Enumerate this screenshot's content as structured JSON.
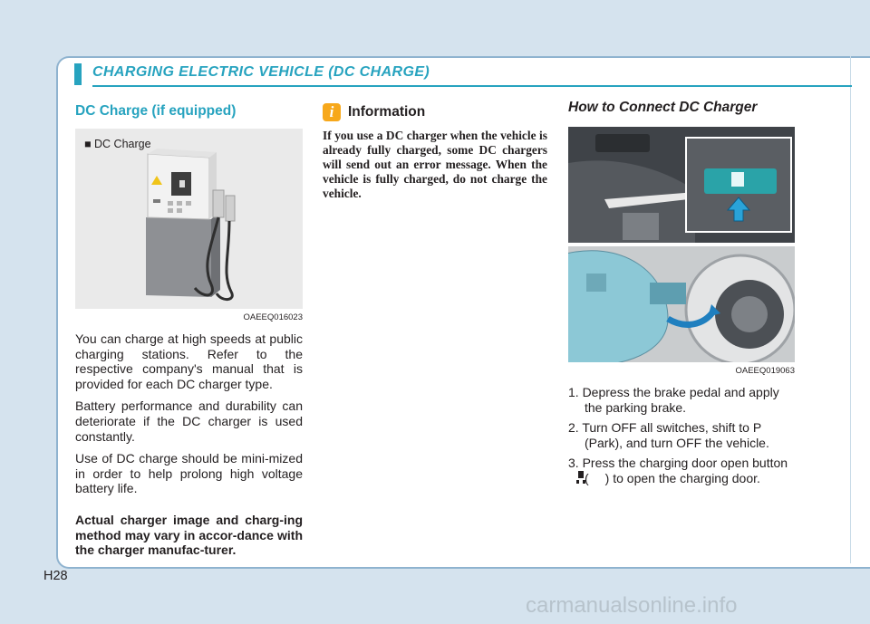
{
  "header": {
    "title": "CHARGING ELECTRIC VEHICLE (DC CHARGE)"
  },
  "left": {
    "section_title": "DC Charge (if equipped)",
    "figure": {
      "label": "■ DC Charge",
      "code": "OAEEQ016023"
    },
    "paragraphs": [
      "You can charge at high speeds at public charging stations. Refer to the respective company's manual that is provided for each DC charger type.",
      "Battery performance and durability can deteriorate if the DC charger is used constantly.",
      "Use of DC charge should be mini-mized in order to help prolong high voltage battery life."
    ],
    "bold_note": "Actual charger image and charg-ing method may vary in accor-dance with the charger manufac-turer."
  },
  "info": {
    "icon": "i",
    "title": "Information",
    "text": "If you use a DC charger when the vehicle is already fully charged, some DC chargers will send out an error message. When the vehicle is fully charged, do not charge the vehicle."
  },
  "right": {
    "title": "How to Connect DC Charger",
    "figure_code": "OAEEQ019063",
    "steps": [
      "1. Depress the brake pedal and apply the parking brake.",
      "2. Turn OFF all switches, shift to P (Park), and turn OFF the vehicle.",
      "3. Press the charging door open button ("
    ],
    "step3_tail": ") to open the charging door."
  },
  "footer": {
    "page_number": "H28",
    "watermark": "carmanualsonline.info"
  },
  "colors": {
    "accent": "#27a3bf",
    "info_icon": "#f7a81b",
    "background": "#d5e3ee"
  },
  "icons": [
    "info-icon",
    "dc-charger-icon",
    "charging-door-button-icon",
    "arrow-up-icon",
    "curved-arrow-icon"
  ]
}
